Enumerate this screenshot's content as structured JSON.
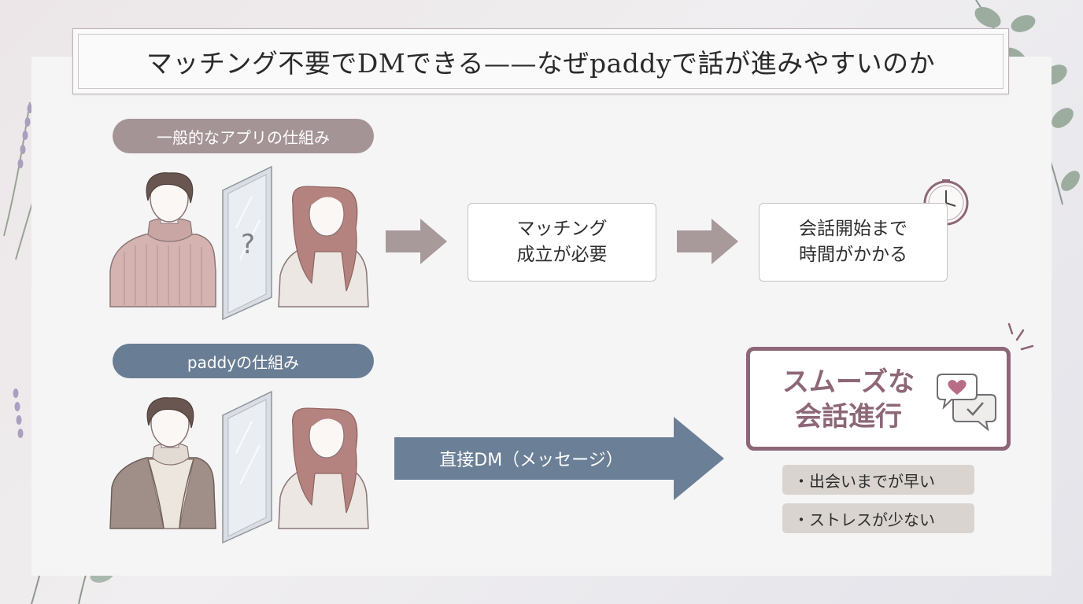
{
  "title": "マッチング不要でDMできる——なぜpaddyで話が進みやすいのか",
  "sections": {
    "general": {
      "label": "一般的なアプリの仕組み",
      "barrier_symbol": "?",
      "steps": [
        {
          "lines": [
            "マッチング",
            "成立が必要"
          ]
        },
        {
          "lines": [
            "会話開始まで",
            "時間がかかる"
          ]
        }
      ]
    },
    "paddy": {
      "label": "paddyの仕組み",
      "arrow_label": "直接DM（メッセージ）",
      "result": {
        "lines": [
          "スムーズな",
          "会話進行"
        ]
      },
      "benefits": [
        "・出会いまでが早い",
        "・ストレスが少ない"
      ]
    }
  },
  "icons": [
    "clock-icon",
    "chat-bubbles-icon",
    "heart-icon",
    "check-icon"
  ],
  "colors": {
    "general_pill": "#a59496",
    "paddy_pill": "#697d94",
    "arrow_gray": "#a8999a",
    "dm_arrow": "#6b7f96",
    "result_border": "#8d6777",
    "benefit_tag": "#d9d4cf"
  }
}
